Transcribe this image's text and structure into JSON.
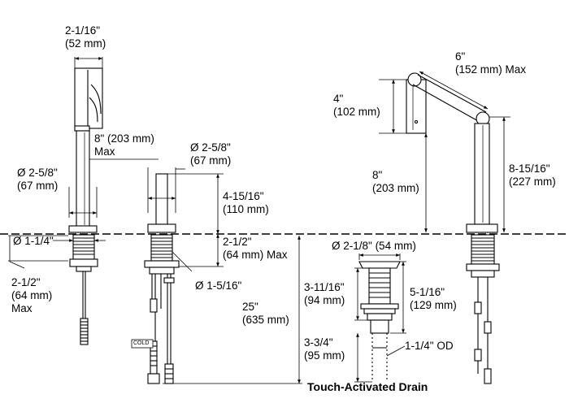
{
  "labels": {
    "spout_width": [
      "2-1/16\"",
      "(52 mm)"
    ],
    "spout_height": [
      "8\" (203 mm)",
      "Max"
    ],
    "base_dia_faucet": [
      "Ø 2-5/8\"",
      "(67 mm)"
    ],
    "shank_dia": "Ø 1-1/4\"",
    "shank_length": [
      "2-1/2\"",
      "(64 mm)",
      "Max"
    ],
    "sprayer_dia": [
      "Ø 2-5/8\"",
      "(67 mm)"
    ],
    "sprayer_height": [
      "4-15/16\"",
      "(110 mm)"
    ],
    "sprayer_shank_length": [
      "2-1/2\"",
      "(64 mm) Max"
    ],
    "sprayer_shank_dia": "Ø 1-5/16\"",
    "supply_length": [
      "25\"",
      "(635 mm)"
    ],
    "cold_tag": "COLD",
    "reach": [
      "6\"",
      "(152 mm) Max"
    ],
    "head_length": [
      "4\"",
      "(102 mm)"
    ],
    "head_clearance": [
      "8\"",
      "(203 mm)"
    ],
    "spout_total_height": [
      "8-15/16\"",
      "(227 mm)"
    ],
    "drain_dia": "Ø 2-1/8\" (54 mm)",
    "drain_body": [
      "3-11/16\"",
      "(94 mm)"
    ],
    "drain_total": [
      "5-1/16\"",
      "(129 mm)"
    ],
    "tailpiece": [
      "3-3/4\"",
      "(95 mm)"
    ],
    "tailpiece_od": "1-1/4\" OD",
    "drain_title": "Touch-Activated Drain"
  }
}
